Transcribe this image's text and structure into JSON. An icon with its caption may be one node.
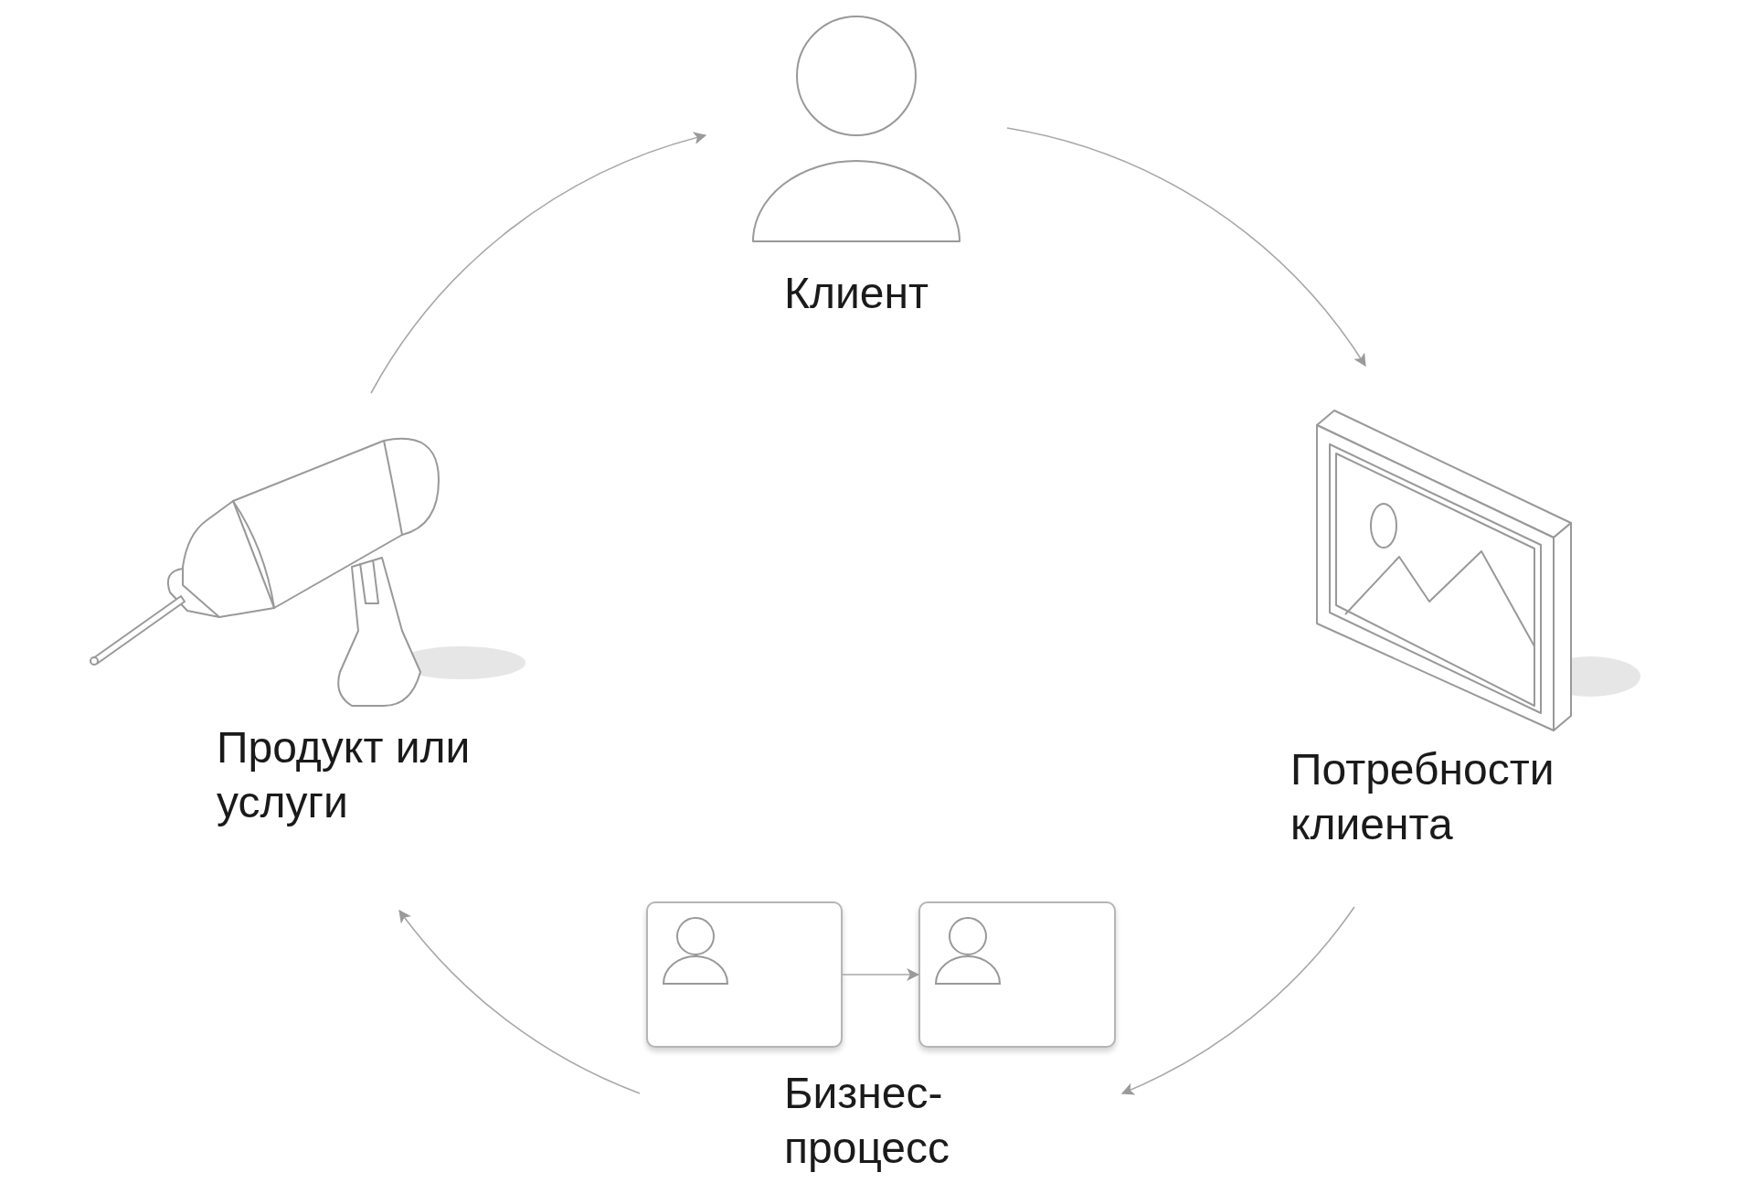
{
  "diagram": {
    "nodes": [
      {
        "text": [
          "Клиент"
        ]
      },
      {
        "text": [
          "Потребности клиента"
        ]
      },
      {
        "text": [
          "Бизнес-процесс"
        ]
      },
      {
        "text": [
          "Продукт или услуги"
        ]
      },
      {
        "text": [],
        "shape": "box",
        "in": 2
      },
      {
        "text": [],
        "shape": "box",
        "in": 2
      }
    ],
    "edges": [
      {
        "from": 0,
        "to": 1,
        "arrow": "to"
      },
      {
        "from": 1,
        "to": 2,
        "arrow": "to"
      },
      {
        "from": 2,
        "to": 3,
        "arrow": "to"
      },
      {
        "from": 3,
        "to": 0,
        "arrow": "to"
      },
      {
        "from": 4,
        "to": 5,
        "arrow": "to"
      }
    ]
  }
}
